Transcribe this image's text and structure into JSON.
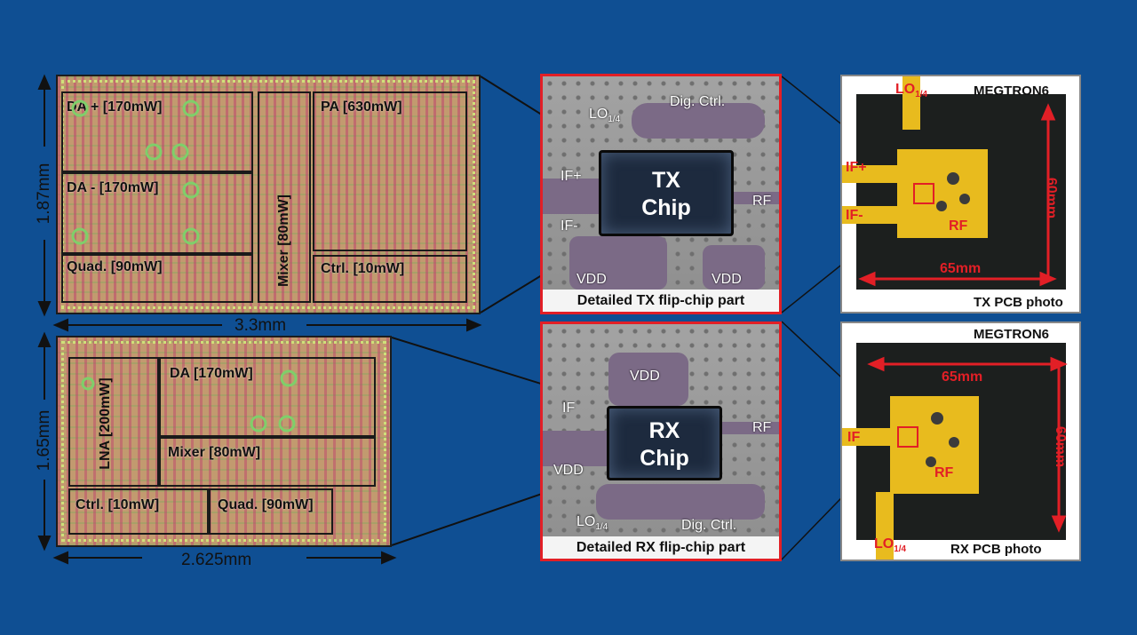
{
  "tx_chip": {
    "blocks": {
      "da_plus": "DA + [170mW]",
      "da_minus": "DA - [170mW]",
      "mixer": "Mixer [80mW]",
      "pa": "PA [630mW]",
      "quad": "Quad. [90mW]",
      "ctrl": "Ctrl. [10mW]"
    },
    "height_dim": "1.87mm",
    "width_dim": "3.3mm"
  },
  "rx_chip": {
    "blocks": {
      "lna": "LNA [200mW]",
      "da": "DA [170mW]",
      "mixer": "Mixer [80mW]",
      "ctrl": "Ctrl. [10mW]",
      "quad": "Quad. [90mW]"
    },
    "height_dim": "1.65mm",
    "width_dim": "2.625mm"
  },
  "tx_flipchip": {
    "chip_line1": "TX",
    "chip_line2": "Chip",
    "lo_main": "LO",
    "lo_sub": "1/4",
    "dig_ctrl": "Dig. Ctrl.",
    "if_plus": "IF+",
    "if_minus": "IF-",
    "rf": "RF",
    "vdd_left": "VDD",
    "vdd_right": "VDD",
    "caption": "Detailed TX flip-chip part"
  },
  "rx_flipchip": {
    "chip_line1": "RX",
    "chip_line2": "Chip",
    "vdd_top": "VDD",
    "if": "IF",
    "rf": "RF",
    "vdd_left": "VDD",
    "lo_main": "LO",
    "lo_sub": "1/4",
    "dig_ctrl": "Dig. Ctrl.",
    "caption": "Detailed RX flip-chip part"
  },
  "tx_pcb": {
    "title": "MEGTRON6",
    "lo_main": "LO",
    "lo_sub": "1/4",
    "if_plus": "IF+",
    "if_minus": "IF-",
    "rf": "RF",
    "width_dim": "65mm",
    "height_dim": "60mm",
    "caption": "TX PCB photo"
  },
  "rx_pcb": {
    "title": "MEGTRON6",
    "lo_main": "LO",
    "lo_sub": "1/4",
    "if": "IF",
    "rf": "RF",
    "width_dim": "65mm",
    "height_dim": "60mm",
    "caption": "RX PCB photo"
  },
  "colors": {
    "background": "#0f4f93",
    "highlight_red": "#e21f26",
    "pcb_gold": "#e8bb1e"
  }
}
